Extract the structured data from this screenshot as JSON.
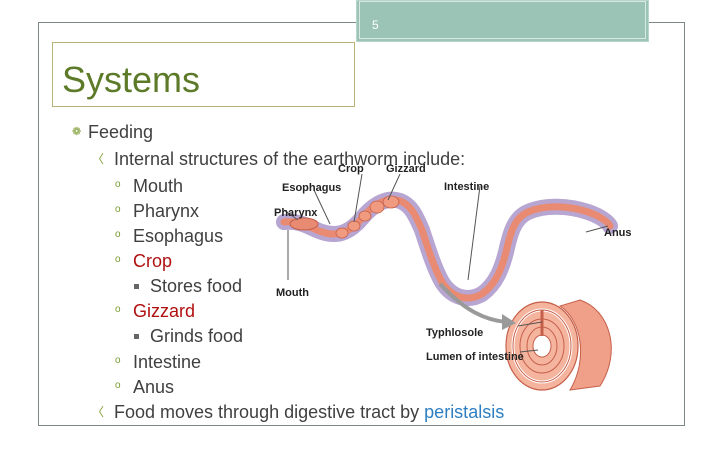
{
  "slide_number": "5",
  "title": "Systems",
  "bullets": {
    "level1": "Feeding",
    "level2_intro": "Internal structures of the earthworm include:",
    "items": [
      "Mouth",
      "Pharynx",
      "Esophagus",
      "Crop",
      "Gizzard",
      "Intestine",
      "Anus"
    ],
    "crop_note": "Stores food",
    "gizzard_note": "Grinds food",
    "level2_footer_prefix": "Food moves through digestive tract by",
    "level2_footer_highlight": "peristalsis"
  },
  "diagram": {
    "labels": {
      "crop": "Crop",
      "gizzard": "Gizzard",
      "esophagus": "Esophagus",
      "intestine": "Intestine",
      "pharynx": "Pharynx",
      "anus": "Anus",
      "mouth": "Mouth",
      "typhlosole": "Typhlosole",
      "lumen": "Lumen of intestine"
    }
  },
  "colors": {
    "title": "#5c7a28",
    "highlight_red": "#b01010",
    "highlight_blue": "#2e7fc2",
    "accent_box": "#9cc4b6"
  }
}
